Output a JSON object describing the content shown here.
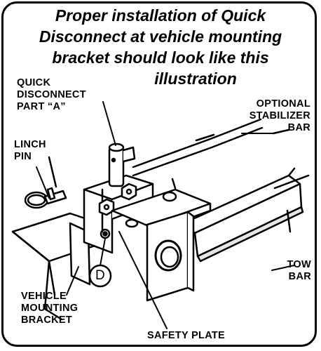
{
  "title": {
    "line1": "Proper installation of Quick",
    "line2": "Disconnect at vehicle mounting",
    "line3": "bracket should look like this",
    "line4": "illustration"
  },
  "labels": {
    "quick_disconnect": [
      "QUICK",
      "DISCONNECT",
      "PART “A”"
    ],
    "stabilizer": [
      "OPTIONAL",
      "STABILIZER",
      "BAR"
    ],
    "linch_pin": [
      "LINCH",
      "PIN"
    ],
    "tow_bar": [
      "TOW",
      "BAR"
    ],
    "vehicle_bracket": [
      "VEHICLE",
      "MOUNTING",
      "BRACKET"
    ],
    "safety_plate": "SAFETY PLATE",
    "marker_d": "D"
  },
  "colors": {
    "ink": "#000000",
    "paper": "#ffffff",
    "shade": "#e6e6e6"
  }
}
